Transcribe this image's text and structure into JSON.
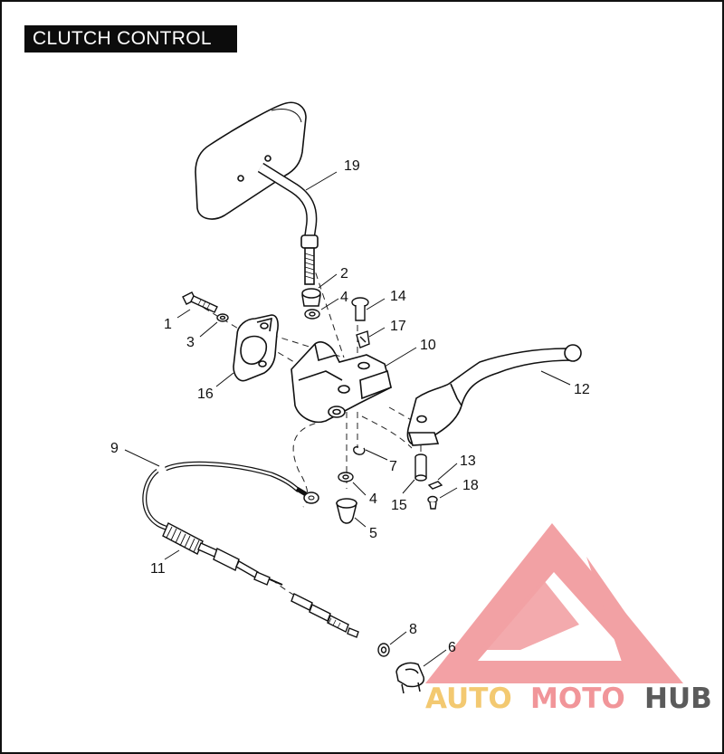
{
  "title": "CLUTCH CONTROL",
  "callouts": [
    "1",
    "2",
    "3",
    "4",
    "4",
    "5",
    "6",
    "7",
    "8",
    "9",
    "10",
    "11",
    "12",
    "13",
    "14",
    "15",
    "16",
    "17",
    "18",
    "19"
  ],
  "watermark": {
    "part1": "AUTO",
    "part2": "MOTO",
    "part3": "HUB",
    "colors": {
      "part1": "#f2c462",
      "part2": "#f08a8e",
      "part3": "#4a4a4a",
      "logo": "#f08a8e"
    }
  },
  "parts": [
    {
      "num": "19",
      "name": "mirror-icon"
    },
    {
      "num": "2",
      "name": "acorn-nut-icon"
    },
    {
      "num": "4",
      "name": "lock-washer-icon"
    },
    {
      "num": "14",
      "name": "pivot-pin-icon"
    },
    {
      "num": "17",
      "name": "spring-pin-icon"
    },
    {
      "num": "1",
      "name": "bolt-icon"
    },
    {
      "num": "3",
      "name": "washer-icon"
    },
    {
      "num": "16",
      "name": "clamp-icon"
    },
    {
      "num": "10",
      "name": "lever-bracket-icon"
    },
    {
      "num": "12",
      "name": "clutch-lever-icon"
    },
    {
      "num": "9",
      "name": "clutch-cable-icon"
    },
    {
      "num": "11",
      "name": "cable-adjuster-icon"
    },
    {
      "num": "7",
      "name": "retaining-ring-icon"
    },
    {
      "num": "5",
      "name": "acorn-nut-icon"
    },
    {
      "num": "13",
      "name": "pin-icon"
    },
    {
      "num": "15",
      "name": "bushing-icon"
    },
    {
      "num": "18",
      "name": "screw-icon"
    },
    {
      "num": "8",
      "name": "washer-icon"
    },
    {
      "num": "6",
      "name": "cable-clip-icon"
    }
  ]
}
